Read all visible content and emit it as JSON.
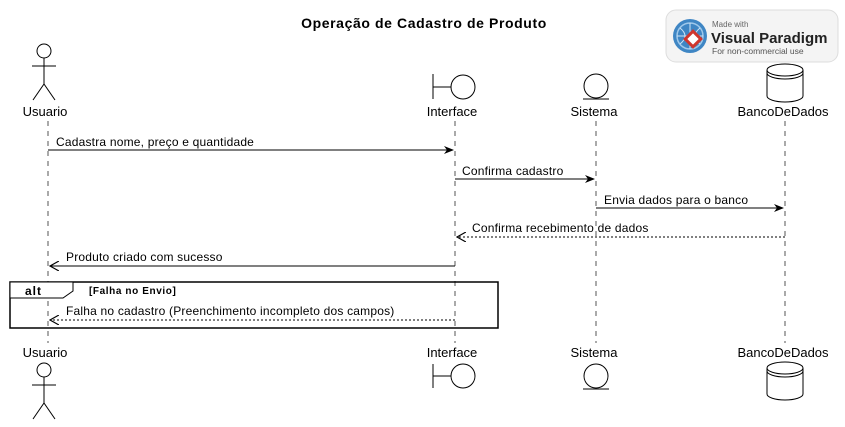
{
  "diagram": {
    "title": "Operação de Cadastro de Produto",
    "participants": [
      {
        "id": "usuario",
        "kind": "actor",
        "label": "Usuario"
      },
      {
        "id": "interface",
        "kind": "boundary",
        "label": "Interface"
      },
      {
        "id": "sistema",
        "kind": "entity",
        "label": "Sistema"
      },
      {
        "id": "banco",
        "kind": "database",
        "label": "BancoDeDados"
      }
    ],
    "messages": [
      {
        "from": "usuario",
        "to": "interface",
        "label": "Cadastra nome, preço e quantidade",
        "style": "solid"
      },
      {
        "from": "interface",
        "to": "sistema",
        "label": "Confirma cadastro",
        "style": "solid"
      },
      {
        "from": "sistema",
        "to": "banco",
        "label": "Envia dados para o banco",
        "style": "solid"
      },
      {
        "from": "banco",
        "to": "interface",
        "label": "Confirma recebimento de dados",
        "style": "dotted"
      },
      {
        "from": "interface",
        "to": "usuario",
        "label": "Produto criado com sucesso",
        "style": "solid"
      }
    ],
    "alt_fragment": {
      "operator": "alt",
      "guard": "[Falha no Envio]",
      "messages": [
        {
          "from": "interface",
          "to": "usuario",
          "label": "Falha no cadastro (Preenchimento incompleto dos campos)",
          "style": "dotted"
        }
      ]
    }
  },
  "watermark": {
    "made_with": "Made with",
    "brand": "Visual Paradigm",
    "note": "For non-commercial use"
  }
}
